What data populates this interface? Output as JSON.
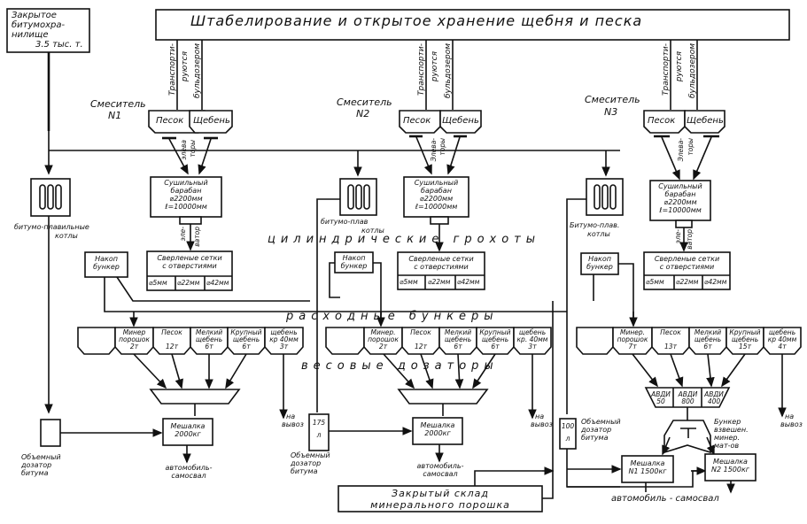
{
  "storage": {
    "title": "Штабелирование и открытое хранение щебня и песка",
    "bitumen_storage": [
      "Закрытое",
      "битумохра-",
      "нилище",
      "3.5 тыс. т."
    ],
    "transport": [
      "Транспорти-",
      "руются",
      "бульдозером"
    ]
  },
  "mixers": [
    {
      "label": [
        "Смеситель",
        "N1"
      ],
      "bins": [
        "Песок",
        "Щебень"
      ],
      "elevator": [
        "элева",
        "торы"
      ],
      "dryer": [
        "Сушильный",
        "барабан",
        "⌀2200мм",
        "ℓ=10000мм"
      ],
      "dryer_elevator": [
        "эле-",
        "ватор"
      ],
      "screen": [
        "Сверленые сетки",
        "с отверстиями"
      ],
      "screen_sizes": [
        "⌀5мм",
        "⌀22мм",
        "⌀42мм"
      ],
      "melter": [
        "битумо-плавильные",
        "котлы"
      ],
      "storage_bunker": [
        "Накоп",
        "бункер"
      ],
      "hoppers": [
        {
          "name": [
            "Минер",
            "порошок"
          ],
          "cap": "2т"
        },
        {
          "name": [
            "Песок",
            ""
          ],
          "cap": "12т"
        },
        {
          "name": [
            "Мелкий",
            "щебень"
          ],
          "cap": "6т"
        },
        {
          "name": [
            "Крупный",
            "щебень"
          ],
          "cap": "6т"
        },
        {
          "name": [
            "щебень",
            "кр 40мм"
          ],
          "cap": "3т"
        }
      ],
      "export": [
        "на",
        "вывоз"
      ],
      "doser": [
        "Объемный",
        "дозатор",
        "битума"
      ],
      "doser_volume": "",
      "mixer": [
        "Мешалка",
        "2000кг"
      ],
      "truck": [
        "автомобиль-",
        "самосвал"
      ]
    },
    {
      "label": [
        "Смеситель",
        "N2"
      ],
      "bins": [
        "Песок",
        "Щебень"
      ],
      "elevator": [
        "Элева-",
        "торы"
      ],
      "dryer": [
        "Сушильный",
        "барабан",
        "⌀2200мм",
        "ℓ=10000мм"
      ],
      "melter": [
        "битумо-плав",
        "котлы"
      ],
      "storage_bunker": [
        "Накоп",
        "бункер"
      ],
      "screen": [
        "Сверленые сетки",
        "с отверстиями"
      ],
      "screen_sizes": [
        "⌀5мм",
        "⌀22мм",
        "⌀42мм"
      ],
      "hoppers": [
        {
          "name": [
            "Минер.",
            "порошок"
          ],
          "cap": "2т"
        },
        {
          "name": [
            "Песок",
            ""
          ],
          "cap": "12т"
        },
        {
          "name": [
            "Мелкий",
            "щебень"
          ],
          "cap": "6т"
        },
        {
          "name": [
            "Крупный",
            "щебень"
          ],
          "cap": "6т"
        },
        {
          "name": [
            "щебень",
            "кр. 40мм"
          ],
          "cap": "3т"
        }
      ],
      "export": [
        "на",
        "вывоз"
      ],
      "doser": [
        "Объемный",
        "дозатор",
        "битума"
      ],
      "doser_volume": [
        "175",
        "л"
      ],
      "mixer": [
        "Мешалка",
        "2000кг"
      ],
      "truck": [
        "автомобиль-",
        "самосвал"
      ]
    },
    {
      "label": [
        "Смеситель",
        "N3"
      ],
      "bins": [
        "Песок",
        "Щебень"
      ],
      "elevator": [
        "Элева-",
        "торы"
      ],
      "dryer": [
        "Сушильный",
        "барабан",
        "⌀2200мм",
        "ℓ=10000мм"
      ],
      "dryer_elevator": [
        "эле-",
        "ватор"
      ],
      "melter": [
        "Битумо-плав.",
        "котлы"
      ],
      "storage_bunker": [
        "Накоп",
        "бункер"
      ],
      "screen": [
        "Сверленые сетки",
        "с отверстиями"
      ],
      "screen_sizes": [
        "⌀5мм",
        "⌀22мм",
        "⌀42мм"
      ],
      "hoppers": [
        {
          "name": [
            "Минер.",
            "порошок"
          ],
          "cap": "7т"
        },
        {
          "name": [
            "Песок",
            ""
          ],
          "cap": "13т"
        },
        {
          "name": [
            "Мелкий",
            "щебень"
          ],
          "cap": "6т"
        },
        {
          "name": [
            "Крупный",
            "щебень"
          ],
          "cap": "15т"
        },
        {
          "name": [
            "щебень",
            "кр 40мм"
          ],
          "cap": "4т"
        }
      ],
      "avdi": [
        [
          "АВДИ",
          "50"
        ],
        [
          "АВДИ",
          "800"
        ],
        [
          "АВДИ",
          "400"
        ]
      ],
      "export": [
        "на",
        "вывоз"
      ],
      "doser": [
        "Объемный",
        "дозатор",
        "битума"
      ],
      "doser_volume": [
        "100",
        "л"
      ],
      "suspended_bunker": [
        "Бункер",
        "взвешен.",
        "минер.",
        "мат-ов"
      ],
      "mixer1": [
        "Мешалка",
        "N1  1500кг"
      ],
      "mixer2": [
        "Мешалка",
        "N2  1500кг"
      ],
      "truck": "автомобиль - самосвал"
    }
  ],
  "section_labels": {
    "screens": "цилиндрические грохоты",
    "hoppers": "расходные бункеры",
    "dosers": "весовые дозаторы"
  },
  "powder_warehouse": [
    "Закрытый склад",
    "минерального порошка"
  ]
}
